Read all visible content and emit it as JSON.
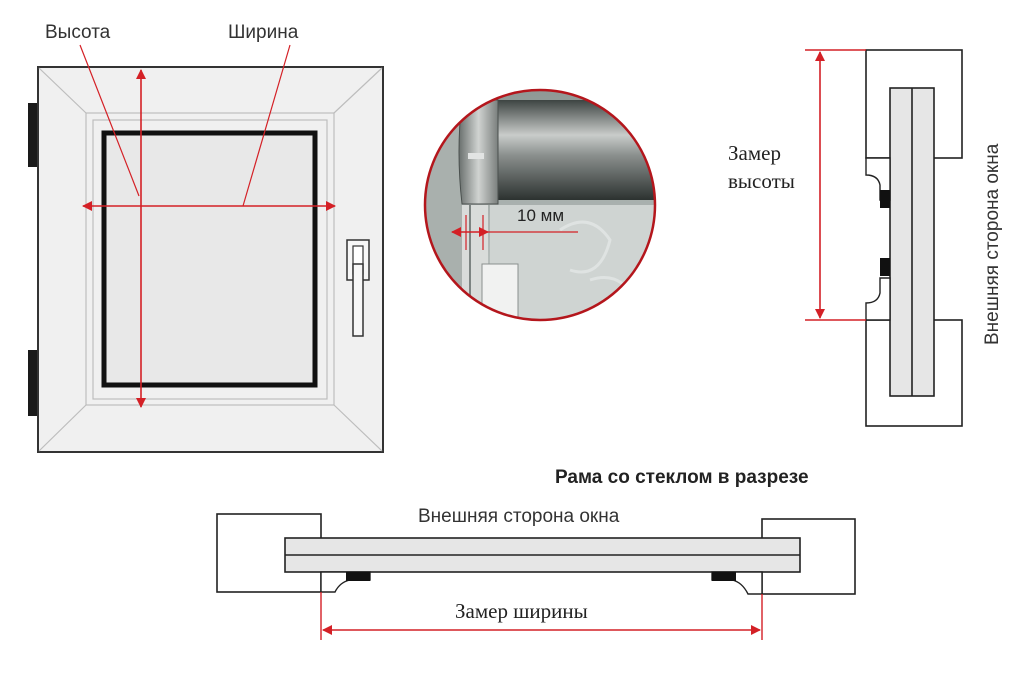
{
  "labels": {
    "height": "Высота",
    "width": "Ширина",
    "gap_10mm": "10 мм",
    "height_measure_line1": "Замер",
    "height_measure_line2": "высоты",
    "outer_side_vertical": "Внешняя сторона окна",
    "section_title": "Рама со стеклом в разрезе",
    "outer_side_horizontal": "Внешняя сторона окна",
    "width_measure": "Замер ширины"
  },
  "colors": {
    "arrow_red": "#d42026",
    "outline": "#333333",
    "frame_fill": "#f2f2f2",
    "glass_fill": "#e6e6e6",
    "dark_fill": "#111111"
  },
  "icons": {
    "window_handle": "window-handle-icon",
    "roller_blind_closeup": "roller-blind-closeup"
  }
}
